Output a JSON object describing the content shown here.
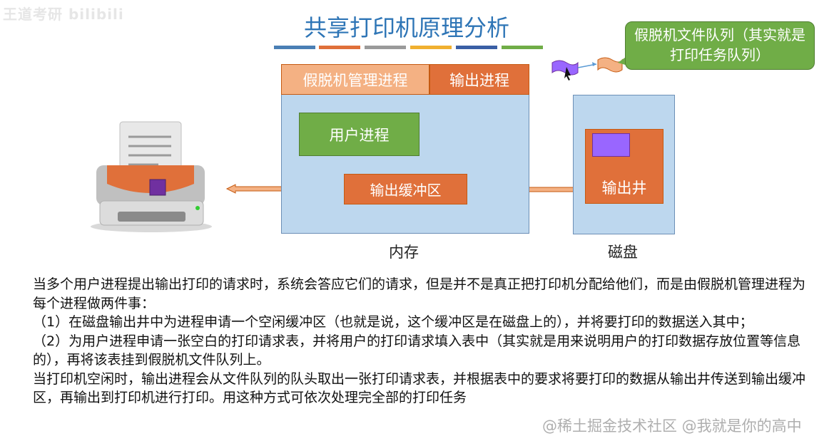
{
  "watermark_top": "王道考研 bilibili",
  "title": "共享打印机原理分析",
  "title_bar_colors": [
    "#4a7fb5",
    "#e0703a",
    "#9a9a9a",
    "#f0b030",
    "#3a5fa5",
    "#70ad47"
  ],
  "memory": {
    "spool_manager": "假脱机管理进程",
    "output_process": "输出进程",
    "user_process": "用户进程",
    "output_buffer": "输出缓冲区",
    "label": "内存"
  },
  "disk": {
    "output_well": "输出井",
    "label": "磁盘"
  },
  "callout": "假脱机文件队列（其实就是打印任务队列）",
  "paragraphs": [
    "当多个用户进程提出输出打印的请求时，系统会答应它们的请求，但是并不是真正把打印机分配给他们，而是由假脱机管理进程为每个进程做两件事：",
    "（1）在磁盘输出井中为进程申请一个空闲缓冲区（也就是说，这个缓冲区是在磁盘上的），并将要打印的数据送入其中；",
    "（2）为用户进程申请一张空白的打印请求表，并将用户的打印请求填入表中（其实就是用来说明用户的打印数据存放位置等信息的），再将该表挂到假脱机文件队列上。",
    "当打印机空闲时，输出进程会从文件队列的队头取出一张打印请求表，并根据表中的要求将要打印的数据从输出井传送到输出缓冲区，再输出到打印机进行打印。用这种方式可依次处理完全部的打印任务"
  ],
  "watermark_bottom": "@稀土掘金技术社区 @我就是你的高中",
  "colors": {
    "memory_bg": "#bdd7ee",
    "orange": "#e0703a",
    "light_orange": "#f4b183",
    "green": "#70ad47",
    "purple": "#9966ff",
    "title_blue": "#2e75b6"
  }
}
